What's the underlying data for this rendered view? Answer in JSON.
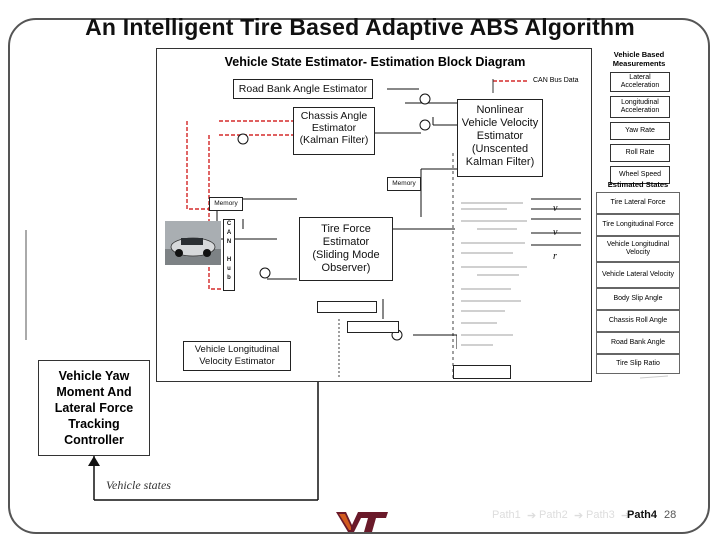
{
  "slide": {
    "title": "An Intelligent Tire Based Adaptive ABS Algorithm",
    "page_number": "28"
  },
  "diagram": {
    "title": "Vehicle State Estimator- Estimation Block Diagram",
    "legend_can": "CAN Bus Data",
    "road_bank_estimator": "Road Bank Angle Estimator",
    "chassis_angle_estimator": "Chassis Angle\nEstimator\n(Kalman Filter)",
    "velocity_estimator": "Nonlinear\nVehicle Velocity\nEstimator\n(Unscented\nKalman Filter)",
    "memory_top": "Memory",
    "memory_left": "Memory",
    "tire_force_estimator": "Tire Force\nEstimator\n(Sliding Mode\nObserver)",
    "longitudinal_velocity_estimator": "Vehicle Longitudinal\nVelocity Estimator",
    "can_hub_letters": [
      "C",
      "A",
      "N",
      "",
      "H",
      "u",
      "b"
    ]
  },
  "measurements": {
    "title": "Vehicle Based\nMeasurements",
    "items": [
      "Lateral Acceleration",
      "Longitudinal Acceleration",
      "Yaw Rate",
      "Roll Rate",
      "Wheel Speed"
    ]
  },
  "estimated_states": {
    "title": "Estimated States",
    "items": [
      "Tire Lateral Force",
      "Tire Longitudinal Force",
      "Vehicle Longitudinal Velocity",
      "Vehicle Lateral Velocity",
      "Body Slip Angle",
      "Chassis Roll Angle",
      "Road Bank Angle",
      "Tire Slip Ratio"
    ]
  },
  "controller": {
    "label": "Vehicle Yaw\nMoment And\nLateral Force\nTracking\nController"
  },
  "feedback": {
    "label": "Vehicle states"
  },
  "footer": {
    "path1": "Path1",
    "path2": "Path2",
    "path3": "Path3",
    "path4": "Path4",
    "arrow": "➔"
  }
}
